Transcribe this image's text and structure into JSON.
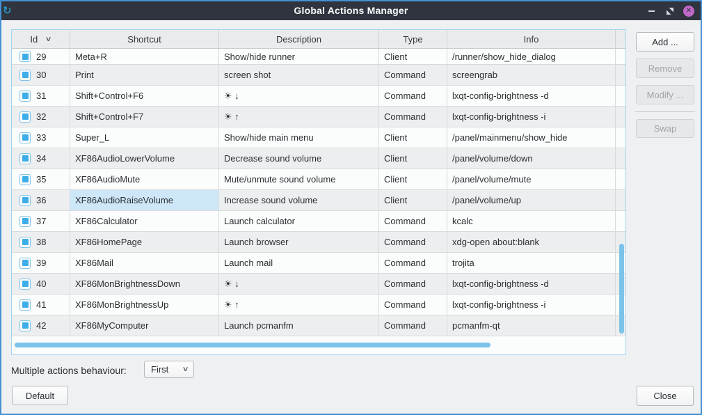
{
  "window": {
    "title": "Global Actions Manager"
  },
  "icons": {
    "app_icon": "↻",
    "close_icon": "✕",
    "chevron_down": "∨"
  },
  "table": {
    "headers": {
      "id": "Id",
      "shortcut": "Shortcut",
      "description": "Description",
      "type": "Type",
      "info": "Info"
    },
    "sorted_by": "Id",
    "selected_cell": {
      "row_id": "36",
      "column": "shortcut"
    },
    "rows": [
      {
        "id": "29",
        "checked": true,
        "shortcut": "Meta+R",
        "description": "Show/hide runner",
        "type": "Client",
        "info": "/runner/show_hide_dialog"
      },
      {
        "id": "30",
        "checked": true,
        "shortcut": "Print",
        "description": "screen shot",
        "type": "Command",
        "info": "screengrab"
      },
      {
        "id": "31",
        "checked": true,
        "shortcut": "Shift+Control+F6",
        "description": "☀ ↓",
        "type": "Command",
        "info": "lxqt-config-brightness -d"
      },
      {
        "id": "32",
        "checked": true,
        "shortcut": "Shift+Control+F7",
        "description": "☀ ↑",
        "type": "Command",
        "info": "lxqt-config-brightness -i"
      },
      {
        "id": "33",
        "checked": true,
        "shortcut": "Super_L",
        "description": "Show/hide main menu",
        "type": "Client",
        "info": "/panel/mainmenu/show_hide"
      },
      {
        "id": "34",
        "checked": true,
        "shortcut": "XF86AudioLowerVolume",
        "description": "Decrease sound volume",
        "type": "Client",
        "info": "/panel/volume/down"
      },
      {
        "id": "35",
        "checked": true,
        "shortcut": "XF86AudioMute",
        "description": "Mute/unmute sound volume",
        "type": "Client",
        "info": "/panel/volume/mute"
      },
      {
        "id": "36",
        "checked": true,
        "shortcut": "XF86AudioRaiseVolume",
        "description": "Increase sound volume",
        "type": "Client",
        "info": "/panel/volume/up"
      },
      {
        "id": "37",
        "checked": true,
        "shortcut": "XF86Calculator",
        "description": "Launch calculator",
        "type": "Command",
        "info": "kcalc"
      },
      {
        "id": "38",
        "checked": true,
        "shortcut": "XF86HomePage",
        "description": "Launch browser",
        "type": "Command",
        "info": "xdg-open about:blank"
      },
      {
        "id": "39",
        "checked": true,
        "shortcut": "XF86Mail",
        "description": "Launch mail",
        "type": "Command",
        "info": "trojita"
      },
      {
        "id": "40",
        "checked": true,
        "shortcut": "XF86MonBrightnessDown",
        "description": "☀ ↓",
        "type": "Command",
        "info": "lxqt-config-brightness -d"
      },
      {
        "id": "41",
        "checked": true,
        "shortcut": "XF86MonBrightnessUp",
        "description": "☀ ↑",
        "type": "Command",
        "info": "lxqt-config-brightness -i"
      },
      {
        "id": "42",
        "checked": true,
        "shortcut": "XF86MyComputer",
        "description": "Launch pcmanfm",
        "type": "Command",
        "info": "pcmanfm-qt"
      }
    ]
  },
  "side_panel": {
    "add": "Add ...",
    "remove": "Remove",
    "modify": "Modify ...",
    "swap": "Swap"
  },
  "footer": {
    "behaviour_label": "Multiple actions behaviour:",
    "behaviour_value": "First",
    "default_button": "Default",
    "close_button": "Close"
  },
  "colors": {
    "accent_blue": "#3daee9",
    "scrollbar_blue": "#7cc3e9",
    "selection_bg": "#cde7f8",
    "titlebar_bg": "#2f343f",
    "window_border": "#4590d2",
    "close_button": "#c168c9"
  }
}
